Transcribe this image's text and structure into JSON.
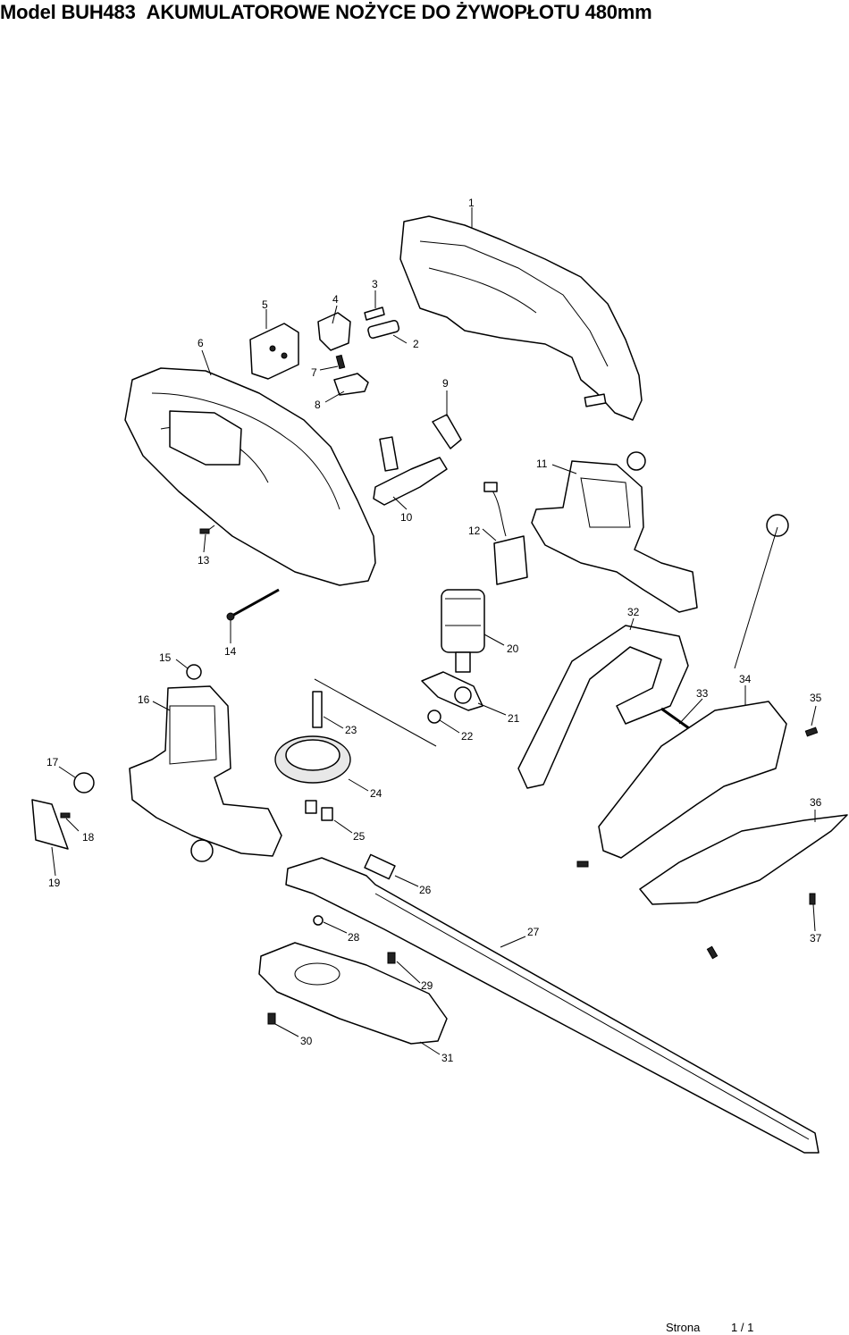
{
  "header": {
    "model": "Model BUH483",
    "title": "AKUMULATOROWE NOŻYCE DO ŻYWOPŁOTU 480mm"
  },
  "diagram": {
    "part_numbers": [
      "1",
      "2",
      "3",
      "4",
      "5",
      "6",
      "7",
      "8",
      "9",
      "10",
      "11",
      "12",
      "13",
      "14",
      "15",
      "16",
      "17",
      "18",
      "19",
      "20",
      "21",
      "22",
      "23",
      "24",
      "25",
      "26",
      "27",
      "28",
      "29",
      "30",
      "31",
      "32",
      "33",
      "34",
      "35",
      "36",
      "37"
    ]
  },
  "footer": {
    "page_label": "Strona",
    "page_number": "1 / 1"
  }
}
